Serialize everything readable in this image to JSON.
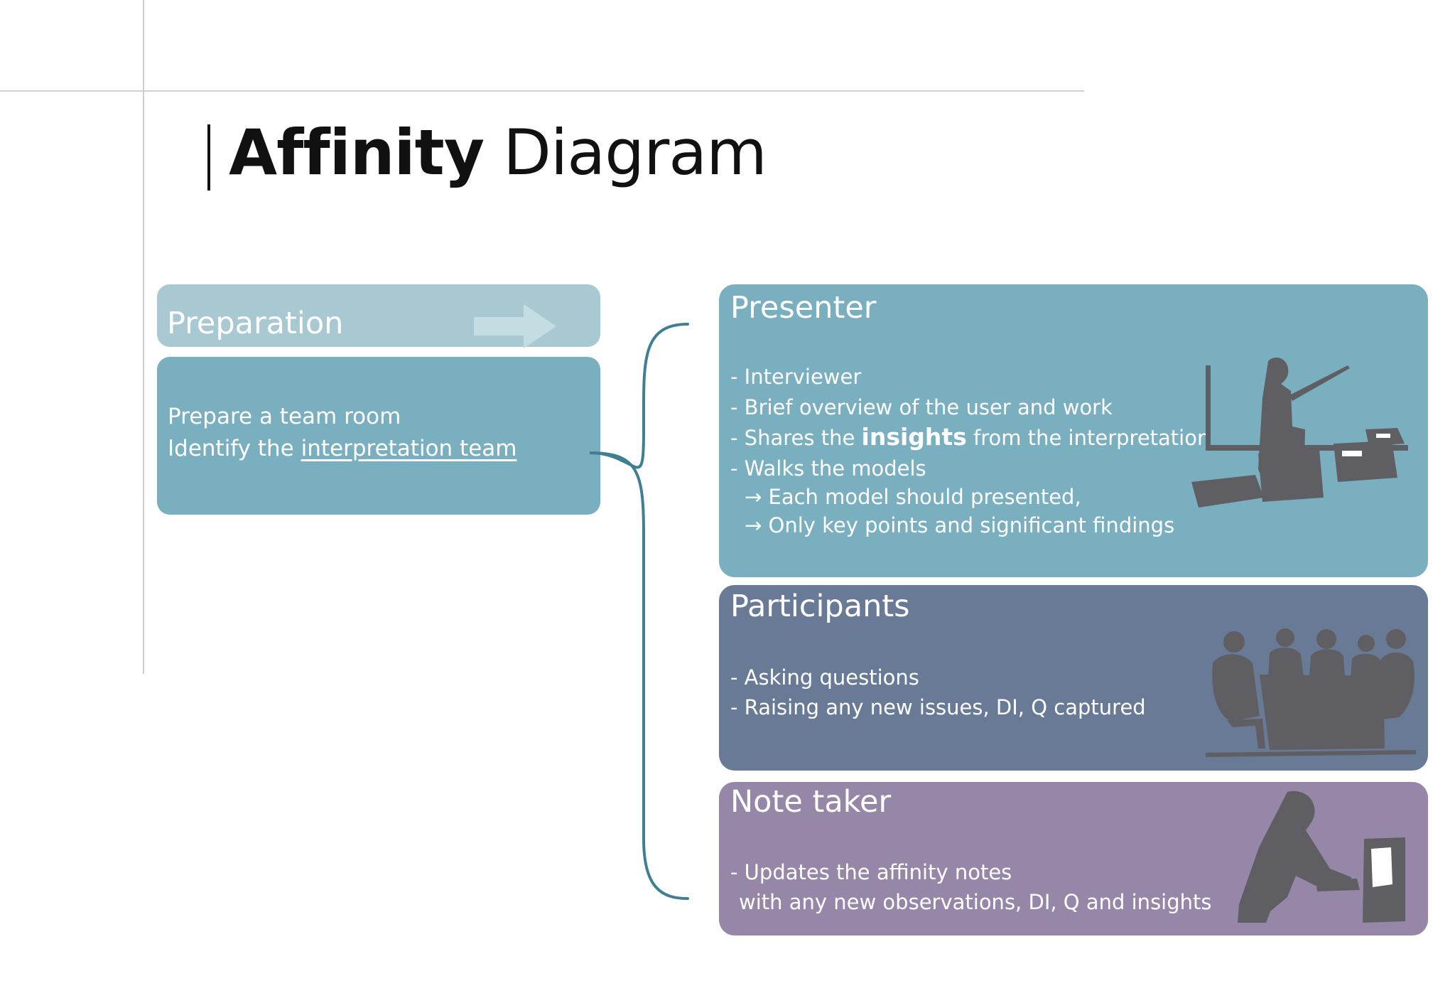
{
  "title": {
    "bold": "Affinity",
    "light": "Diagram"
  },
  "preparation": {
    "header": "Preparation",
    "line1": "Prepare a team room",
    "line2_prefix": "Identify the ",
    "line2_link": "interpretation team"
  },
  "roles": {
    "presenter": {
      "title": "Presenter",
      "l1": "- Interviewer",
      "l2": "- Brief overview of the user and work",
      "l3_prefix": "- Shares the ",
      "l3_bold": "insights",
      "l3_suffix": " from the interpretation",
      "l4": "- Walks the models",
      "l5": "→ Each model should presented,",
      "l6": "→ Only key points and significant findings"
    },
    "participants": {
      "title": "Participants",
      "l1": "- Asking questions",
      "l2": "- Raising any new issues, DI, Q captured"
    },
    "note_taker": {
      "title": "Note taker",
      "l1": "- Updates the affinity notes",
      "l2": "with any new observations, DI, Q and insights"
    }
  },
  "icons": {
    "prep_arrow": "right-arrow-icon",
    "presenter": "presenter-silhouette-icon",
    "participants": "meeting-silhouette-icon",
    "note_taker": "note-taker-silhouette-icon"
  },
  "colors": {
    "prep_header": "#a8c9d1",
    "presenter": "#7aafbf",
    "participants": "#687a96",
    "note_taker": "#9687a9",
    "brace": "#3f7f92",
    "silhouette": "#5f5f63"
  }
}
